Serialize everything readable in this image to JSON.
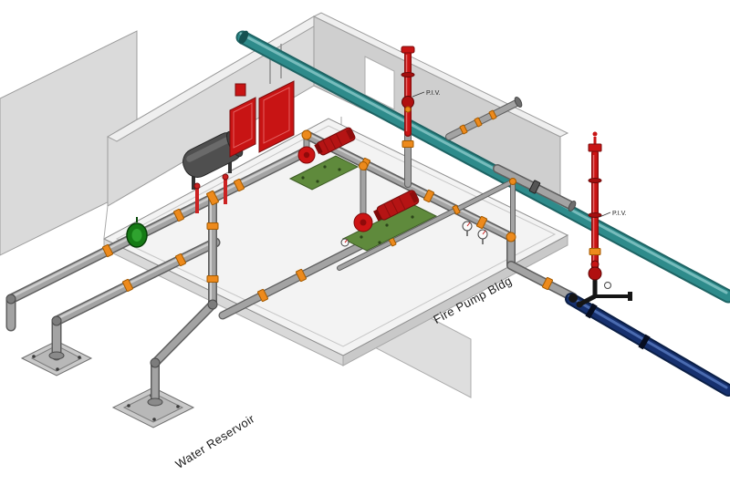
{
  "diagram": {
    "labels": {
      "water_reservoir": "Water Reservoir",
      "fire_pump_bldg": "Fire Pump Bldg",
      "piv_upper": "P.I.V.",
      "piv_lower": "P.I.V."
    },
    "colors": {
      "wall_gray": "#DADADA",
      "floor_gray": "#F3F3F3",
      "pipe_gray": "#A3A3A3",
      "main_teal": "#2E8B8B",
      "underground_blue": "#16306E",
      "fitting_orange": "#ED8A1C",
      "equipment_red": "#CC1414",
      "pump_base_green": "#5F8A3C",
      "valve_green": "#157A15",
      "tank_charcoal": "#4A4A4A"
    }
  }
}
